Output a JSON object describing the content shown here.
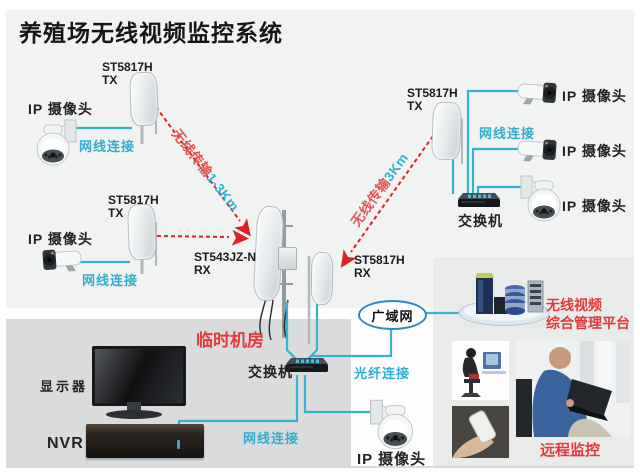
{
  "title": "养殖场无线视频监控系统",
  "colors": {
    "cable_teal": "#31aecb",
    "label_red": "#e23a3a",
    "arrow_red": "#dc2323",
    "wan_border": "#2e86c8"
  },
  "groups": {
    "top_left": {
      "device": "ST5817H",
      "mode": "TX",
      "camera": "IP 摄像头",
      "cable": "网线连接"
    },
    "mid_left": {
      "device": "ST5817H",
      "mode": "TX",
      "camera": "IP 摄像头",
      "cable": "网线连接"
    },
    "top_right": {
      "device": "ST5817H",
      "mode": "TX",
      "cable": "网线连接",
      "switch": "交换机",
      "cameras": [
        "IP 摄像头",
        "IP 摄像头",
        "IP 摄像头"
      ]
    },
    "rx_main": {
      "device": "ST543JZ-N",
      "mode": "RX"
    },
    "rx_side": {
      "device": "ST5817H",
      "mode": "RX"
    }
  },
  "wireless": {
    "link1": {
      "name": "无线传输",
      "distance": "1-3Km"
    },
    "link2": {
      "name": "无线传输",
      "distance": "3Km"
    }
  },
  "room": {
    "title": "临时机房",
    "switch": "交换机",
    "monitor": "显示器",
    "nvr": "NVR",
    "cable": "网线连接"
  },
  "wan": {
    "label": "广域网",
    "fiber": "光纤连接"
  },
  "access_camera": {
    "label": "IP 摄像头"
  },
  "platform": {
    "line1": "无线视频",
    "line2": "综合管理平台"
  },
  "remote": {
    "label": "远程监控"
  }
}
